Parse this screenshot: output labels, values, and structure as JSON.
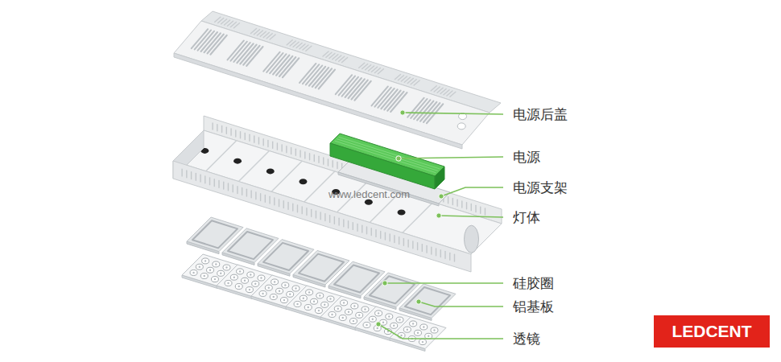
{
  "diagram": {
    "nodes": [
      {
        "text": [
          "LEDCENT"
        ]
      }
    ],
    "edges": [],
    "labels": [
      "电源后盖",
      "电源",
      "电源支架",
      "www.ledcent.com",
      "灯体",
      "硅胶圈",
      "铝基板",
      "透镜"
    ]
  }
}
